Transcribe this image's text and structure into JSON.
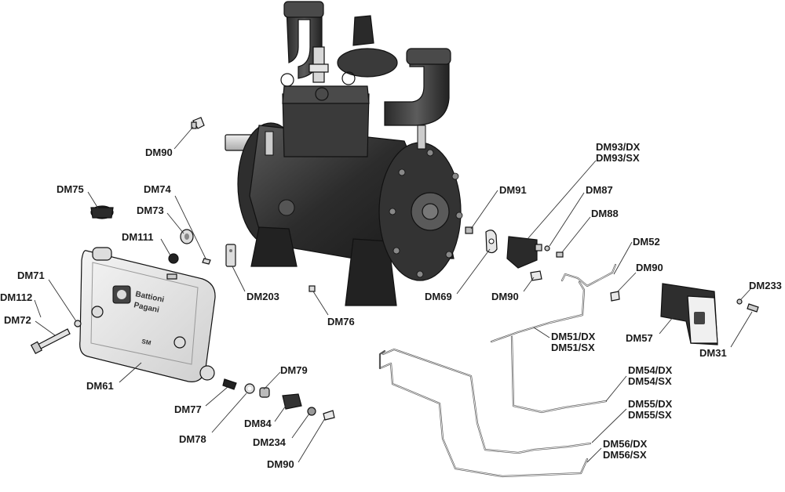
{
  "diagram": {
    "type": "exploded parts diagram",
    "tank_brand": [
      "Battioni",
      "Pagani"
    ],
    "tank_model": "SM",
    "callouts": [
      {
        "id": "dm90_a",
        "text": "DM90"
      },
      {
        "id": "dm75",
        "text": "DM75"
      },
      {
        "id": "dm74",
        "text": "DM74"
      },
      {
        "id": "dm73",
        "text": "DM73"
      },
      {
        "id": "dm111",
        "text": "DM111"
      },
      {
        "id": "dm71",
        "text": "DM71"
      },
      {
        "id": "dm112",
        "text": "DM112"
      },
      {
        "id": "dm72",
        "text": "DM72"
      },
      {
        "id": "dm203",
        "text": "DM203"
      },
      {
        "id": "dm76",
        "text": "DM76"
      },
      {
        "id": "dm61",
        "text": "DM61"
      },
      {
        "id": "dm77",
        "text": "DM77"
      },
      {
        "id": "dm79",
        "text": "DM79"
      },
      {
        "id": "dm78",
        "text": "DM78"
      },
      {
        "id": "dm84",
        "text": "DM84"
      },
      {
        "id": "dm234",
        "text": "DM234"
      },
      {
        "id": "dm90_d",
        "text": "DM90"
      },
      {
        "id": "dm91",
        "text": "DM91"
      },
      {
        "id": "dm69",
        "text": "DM69"
      },
      {
        "id": "dm93",
        "text": [
          "DM93/DX",
          "DM93/SX"
        ]
      },
      {
        "id": "dm87",
        "text": "DM87"
      },
      {
        "id": "dm88",
        "text": "DM88"
      },
      {
        "id": "dm90_b",
        "text": "DM90"
      },
      {
        "id": "dm52",
        "text": "DM52"
      },
      {
        "id": "dm90_c",
        "text": "DM90"
      },
      {
        "id": "dm51",
        "text": [
          "DM51/DX",
          "DM51/SX"
        ]
      },
      {
        "id": "dm54",
        "text": [
          "DM54/DX",
          "DM54/SX"
        ]
      },
      {
        "id": "dm55",
        "text": [
          "DM55/DX",
          "DM55/SX"
        ]
      },
      {
        "id": "dm56",
        "text": [
          "DM56/DX",
          "DM56/SX"
        ]
      },
      {
        "id": "dm57",
        "text": "DM57"
      },
      {
        "id": "dm233",
        "text": "DM233"
      },
      {
        "id": "dm31",
        "text": "DM31"
      }
    ]
  }
}
